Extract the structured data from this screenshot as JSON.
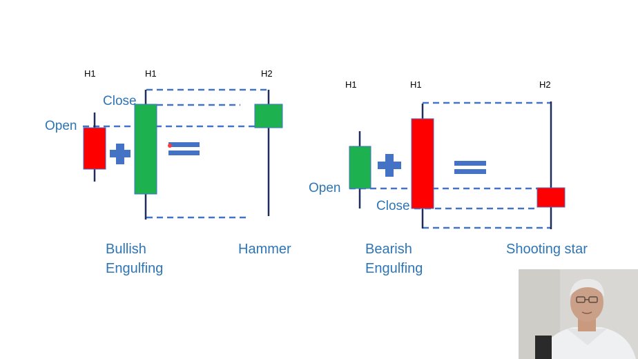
{
  "colors": {
    "wick": "#1f2d5a",
    "bull": "#1db14f",
    "bear": "#ff0000",
    "accent": "#4472c4",
    "text": "#2e75b6"
  },
  "left_panel": {
    "headers": [
      "H1",
      "H1",
      "H2"
    ],
    "open_label": "Open",
    "close_label": "Close",
    "caption_pattern": [
      "Bullish",
      "Engulfing"
    ],
    "caption_result": "Hammer"
  },
  "right_panel": {
    "headers": [
      "H1",
      "H1",
      "H2"
    ],
    "open_label": "Open",
    "close_label": "Close",
    "caption_pattern": [
      "Bearish",
      "Engulfing"
    ],
    "caption_result": "Shooting star"
  },
  "symbols": {
    "plus": "plus-sign",
    "equals": "equals-sign"
  },
  "webcam": {
    "icon": "presenter-video-thumbnail"
  }
}
